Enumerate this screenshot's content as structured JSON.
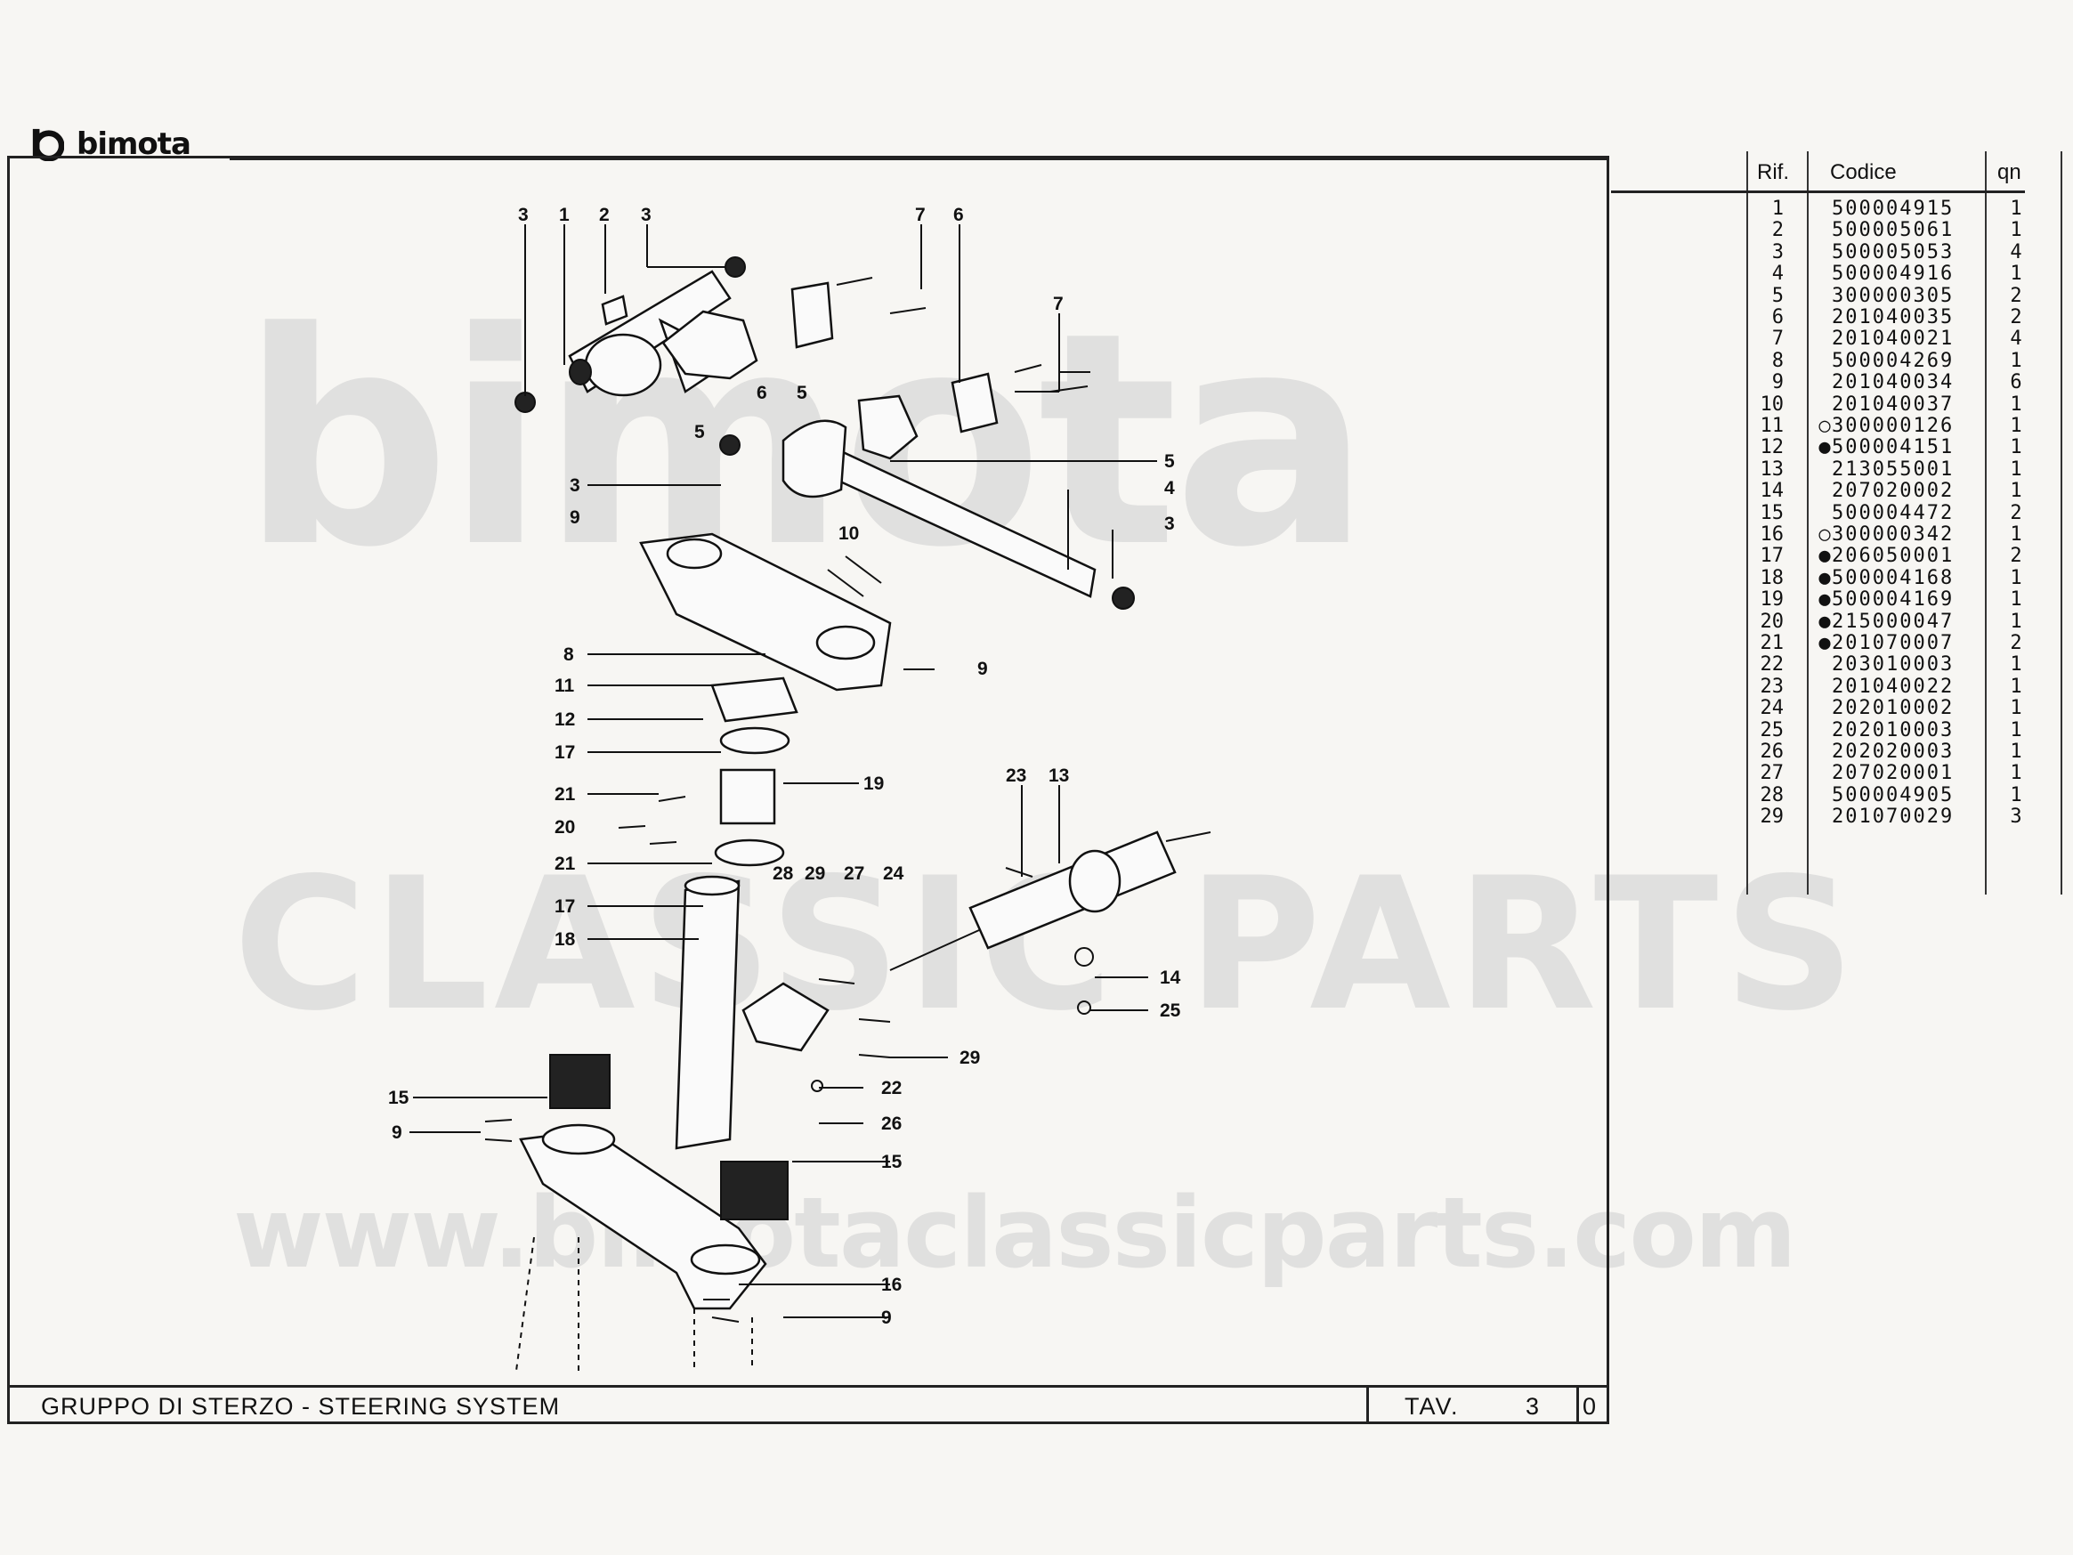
{
  "brand": {
    "name": "bimota"
  },
  "watermark": {
    "big": "bimota",
    "mid": "CLASSIC PARTS",
    "url": "www.bimotaclassicparts.com"
  },
  "footer": {
    "title": "GRUPPO DI STERZO  -  STEERING SYSTEM",
    "tav_label": "TAV.",
    "tav_number": "3",
    "revision": "0"
  },
  "parts_table": {
    "headers": {
      "rif": "Rif.",
      "codice": "Codice",
      "qty": "qn"
    },
    "rows": [
      {
        "rif": "1",
        "mark": "",
        "code": "500004915",
        "qty": "1"
      },
      {
        "rif": "2",
        "mark": "",
        "code": "500005061",
        "qty": "1"
      },
      {
        "rif": "3",
        "mark": "",
        "code": "500005053",
        "qty": "4"
      },
      {
        "rif": "4",
        "mark": "",
        "code": "500004916",
        "qty": "1"
      },
      {
        "rif": "5",
        "mark": "",
        "code": "300000305",
        "qty": "2"
      },
      {
        "rif": "6",
        "mark": "",
        "code": "201040035",
        "qty": "2"
      },
      {
        "rif": "7",
        "mark": "",
        "code": "201040021",
        "qty": "4"
      },
      {
        "rif": "8",
        "mark": "",
        "code": "500004269",
        "qty": "1"
      },
      {
        "rif": "9",
        "mark": "",
        "code": "201040034",
        "qty": "6"
      },
      {
        "rif": "10",
        "mark": "",
        "code": "201040037",
        "qty": "1"
      },
      {
        "rif": "11",
        "mark": "○",
        "code": "300000126",
        "qty": "1"
      },
      {
        "rif": "12",
        "mark": "●",
        "code": "500004151",
        "qty": "1"
      },
      {
        "rif": "13",
        "mark": "",
        "code": "213055001",
        "qty": "1"
      },
      {
        "rif": "14",
        "mark": "",
        "code": "207020002",
        "qty": "1"
      },
      {
        "rif": "15",
        "mark": "",
        "code": "500004472",
        "qty": "2"
      },
      {
        "rif": "16",
        "mark": "○",
        "code": "300000342",
        "qty": "1"
      },
      {
        "rif": "17",
        "mark": "●",
        "code": "206050001",
        "qty": "2"
      },
      {
        "rif": "18",
        "mark": "●",
        "code": "500004168",
        "qty": "1"
      },
      {
        "rif": "19",
        "mark": "●",
        "code": "500004169",
        "qty": "1"
      },
      {
        "rif": "20",
        "mark": "●",
        "code": "215000047",
        "qty": "1"
      },
      {
        "rif": "21",
        "mark": "●",
        "code": "201070007",
        "qty": "2"
      },
      {
        "rif": "22",
        "mark": "",
        "code": "203010003",
        "qty": "1"
      },
      {
        "rif": "23",
        "mark": "",
        "code": "201040022",
        "qty": "1"
      },
      {
        "rif": "24",
        "mark": "",
        "code": "202010002",
        "qty": "1"
      },
      {
        "rif": "25",
        "mark": "",
        "code": "202010003",
        "qty": "1"
      },
      {
        "rif": "26",
        "mark": "",
        "code": "202020003",
        "qty": "1"
      },
      {
        "rif": "27",
        "mark": "",
        "code": "207020001",
        "qty": "1"
      },
      {
        "rif": "28",
        "mark": "",
        "code": "500004905",
        "qty": "1"
      },
      {
        "rif": "29",
        "mark": "",
        "code": "201070029",
        "qty": "3"
      }
    ]
  },
  "callouts": {
    "c1": "1",
    "c2": "2",
    "c3": "3",
    "c4": "4",
    "c5": "5",
    "c6": "6",
    "c7": "7",
    "c8": "8",
    "c9": "9",
    "c10": "10",
    "c11": "11",
    "c12": "12",
    "c13": "13",
    "c14": "14",
    "c15": "15",
    "c16": "16",
    "c17": "17",
    "c18": "18",
    "c19": "19",
    "c20": "20",
    "c21": "21",
    "c22": "22",
    "c23": "23",
    "c24": "24",
    "c25": "25",
    "c26": "26",
    "c27": "27",
    "c28": "28",
    "c29": "29"
  }
}
